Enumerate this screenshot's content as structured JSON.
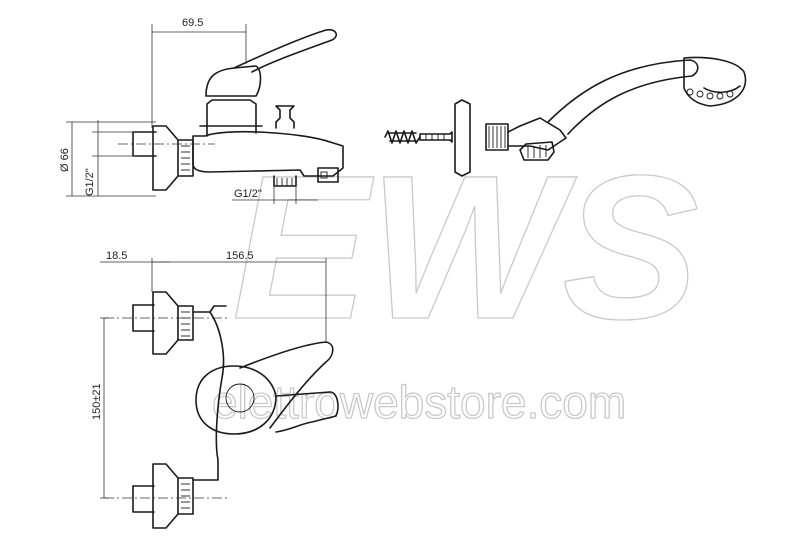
{
  "dimensions": {
    "top_width": "69.5",
    "diameter": "Ø 66",
    "left_thread": "G1/2\"",
    "bottom_thread": "G1/2\"",
    "offset": "18.5",
    "length": "156.5",
    "centers": "150±21"
  },
  "watermark": {
    "logo": "EWS",
    "site": "elettrowebstore.com"
  }
}
